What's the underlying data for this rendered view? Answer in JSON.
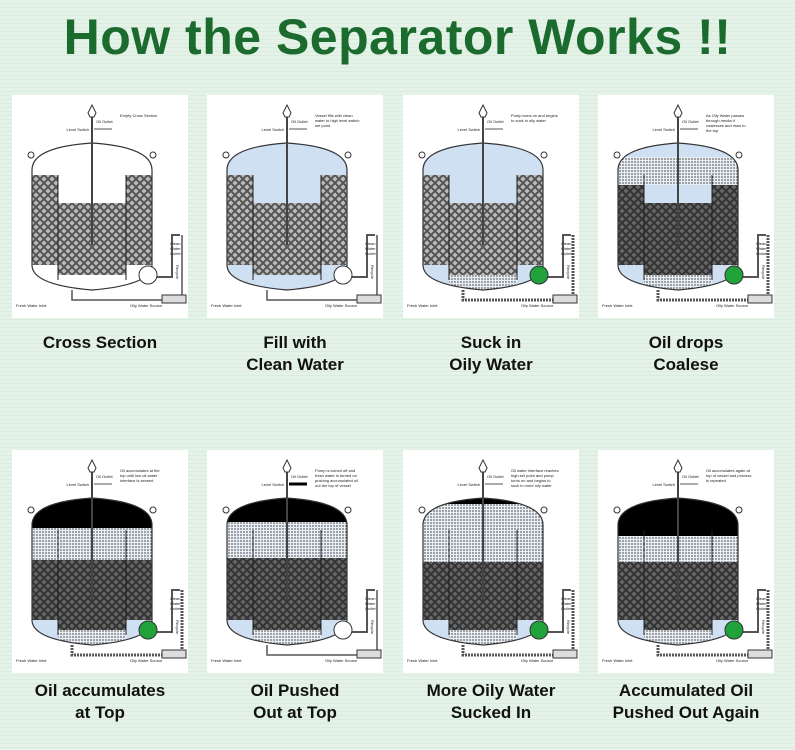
{
  "title": "How the Separator Works !!",
  "labels": {
    "level_switch": "Level Switch",
    "oil_outlet": "Oil Outlet",
    "clean_water_outlet": [
      "Clean",
      "Water",
      "Outlet"
    ],
    "recycle": "Recycle",
    "fresh_water_inlet": "Fresh Water Inlet",
    "oily_water_source": "Oily Water Source"
  },
  "colors": {
    "title": "#1b6a2e",
    "water": "#cfe0f3",
    "oil": "#000000",
    "pump_active": "#1fa33a"
  },
  "panels": [
    {
      "caption": [
        "Cross Section"
      ],
      "note": [
        "Empty Cross Section"
      ]
    },
    {
      "caption": [
        "Fill with",
        "Clean Water"
      ],
      "note": [
        "Vessel fills with clean",
        "water to high level switch",
        "set point"
      ]
    },
    {
      "caption": [
        "Suck in",
        "Oily Water"
      ],
      "note": [
        "Pump turns on and begins",
        "to suck in oily water"
      ]
    },
    {
      "caption": [
        "Oil drops",
        "Coalese"
      ],
      "note": [
        "As Oily Water passes",
        "through media it",
        "coalesces and rises to",
        "the top"
      ]
    },
    {
      "caption": [
        "Oil accumulates",
        "at Top"
      ],
      "note": [
        "Oil accumulates at the",
        "top until low oil-water",
        "interface is sensed"
      ]
    },
    {
      "caption": [
        "Oil Pushed",
        "Out at Top"
      ],
      "note": [
        "Pump is turned off and",
        "fresh water is turned on",
        "pushing accumulated oil",
        "out the top of vessel"
      ]
    },
    {
      "caption": [
        "More Oily Water",
        "Sucked In"
      ],
      "note": [
        "Oil water interface reaches",
        "high set point and pump",
        "turns on and begins to",
        "suck in more oily water"
      ]
    },
    {
      "caption": [
        "Accumulated Oil",
        "Pushed Out Again"
      ],
      "note": [
        "Oil accumulates again at",
        "top of vessel and process",
        "is repeated"
      ]
    }
  ]
}
